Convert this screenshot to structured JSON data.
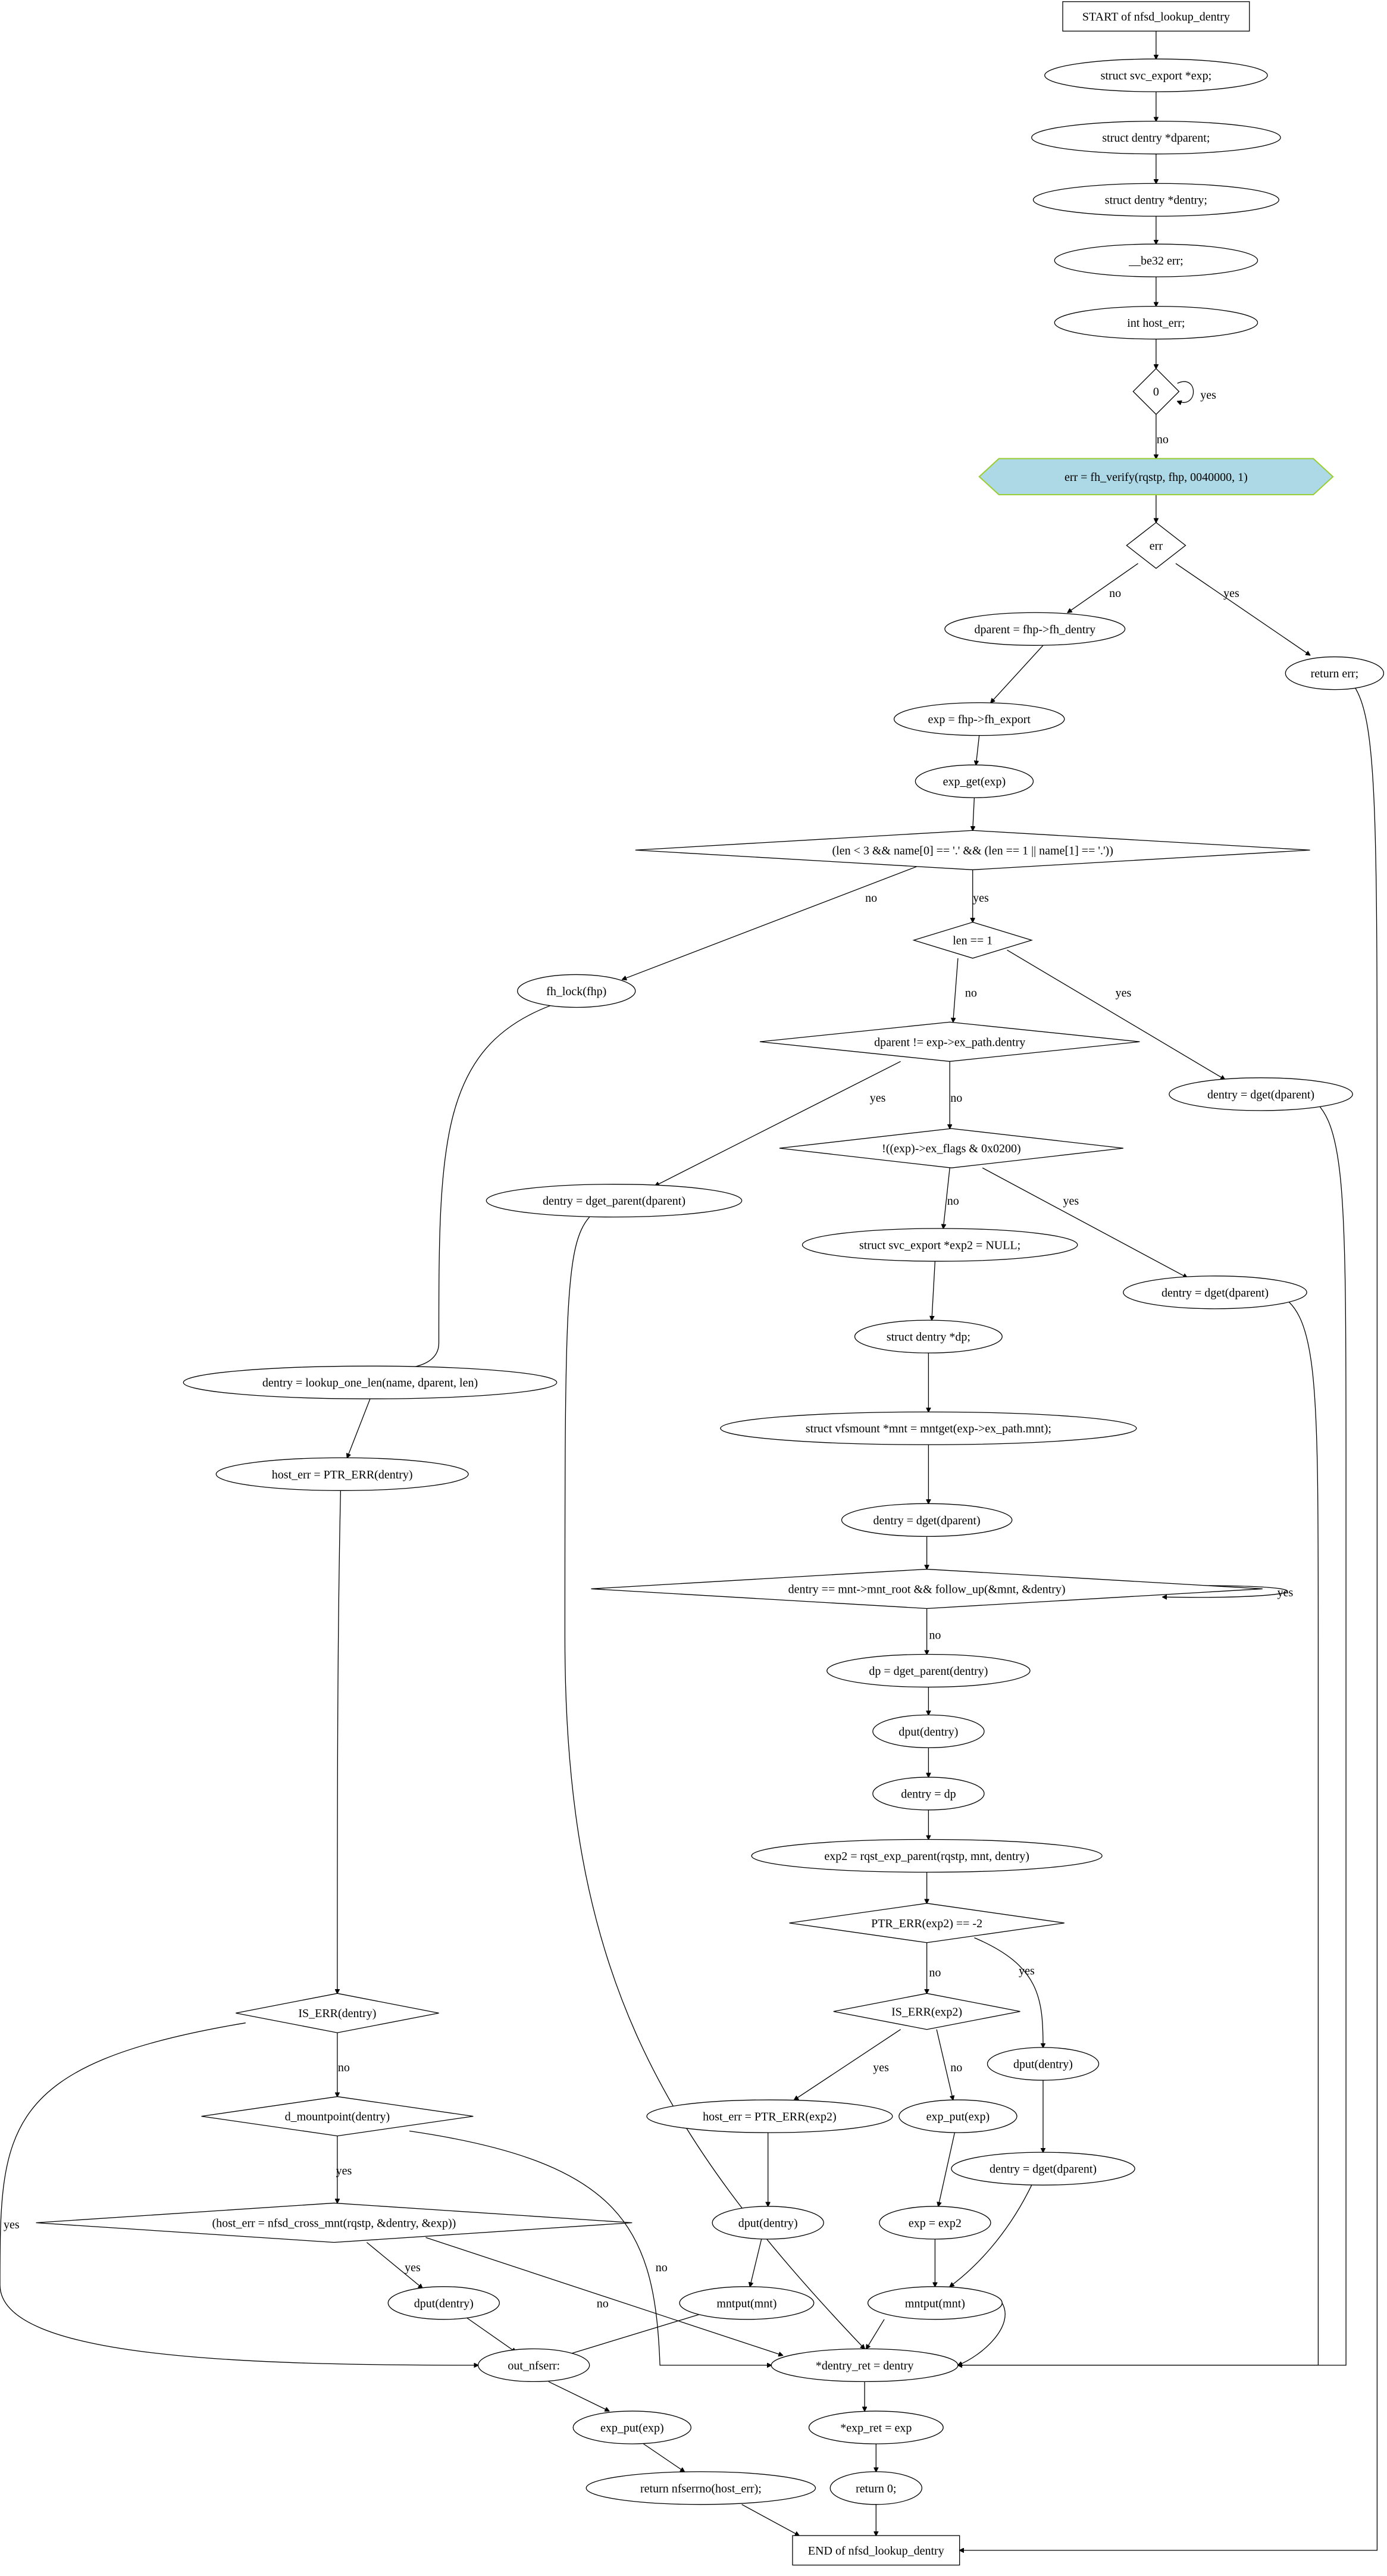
{
  "diagram": {
    "nodes": {
      "start": "START of nfsd_lookup_dentry",
      "d1": "struct svc_export      *exp;",
      "d2": "struct dentry           *dparent;",
      "d3": "struct dentry           *dentry;",
      "d4": "__be32                  err;",
      "d5": "int                     host_err;",
      "c0": "0",
      "verify": "err = fh_verify(rqstp, fhp, 0040000, 1)",
      "cerr": "err",
      "dparent": "dparent = fhp->fh_dentry",
      "retErr": "return err;",
      "exp": "exp = fhp->fh_export",
      "expget": "exp_get(exp)",
      "clen": "(len < 3 && name[0] == '.' && (len == 1 || name[1] == '.'))",
      "cl1": "len == 1",
      "fhlock": "fh_lock(fhp)",
      "cdp": "dparent != exp->ex_path.dentry",
      "dget1": "dentry = dget(dparent)",
      "cflags": "!((exp)->ex_flags & 0x0200)",
      "dgetparent": "dentry = dget_parent(dparent)",
      "exp2": "struct svc_export *exp2 = NULL;",
      "dget2": "dentry = dget(dparent)",
      "dpdecl": "struct dentry *dp;",
      "lookup": "dentry = lookup_one_len(name, dparent, len)",
      "herr1": "host_err = PTR_ERR(dentry)",
      "mntdecl": "struct vfsmount *mnt = mntget(exp->ex_path.mnt);",
      "dget3": "dentry = dget(dparent)",
      "cmnt": "dentry == mnt->mnt_root && follow_up(&mnt, &dentry)",
      "dpget": "dp = dget_parent(dentry)",
      "dput1": "dput(dentry)",
      "dentrydp": "dentry = dp",
      "rqst": "exp2 = rqst_exp_parent(rqstp, mnt, dentry)",
      "cptr": "PTR_ERR(exp2) == -2",
      "ciserr2": "IS_ERR(exp2)",
      "dput2": "dput(dentry)",
      "ciserr": "IS_ERR(dentry)",
      "herr2": "host_err = PTR_ERR(exp2)",
      "expput1": "exp_put(exp)",
      "cmount": "d_mountpoint(dentry)",
      "dget4": "dentry = dget(dparent)",
      "dput3": "dput(dentry)",
      "expeq": "exp = exp2",
      "ccross": "(host_err = nfsd_cross_mnt(rqstp, &dentry, &exp))",
      "dput4": "dput(dentry)",
      "mntput1": "mntput(mnt)",
      "mntput2": "mntput(mnt)",
      "outnfs": "out_nfserr:",
      "dret": "*dentry_ret = dentry",
      "expput2": "exp_put(exp)",
      "expret": "*exp_ret = exp",
      "retnfs": "return nfserrno(host_err);",
      "ret0": "return 0;",
      "end": "END of nfsd_lookup_dentry"
    },
    "edge_labels": {
      "yes": "yes",
      "no": "no"
    }
  },
  "colors": {
    "highlight_fill": "#add8e6",
    "highlight_stroke": "#9acd32"
  }
}
